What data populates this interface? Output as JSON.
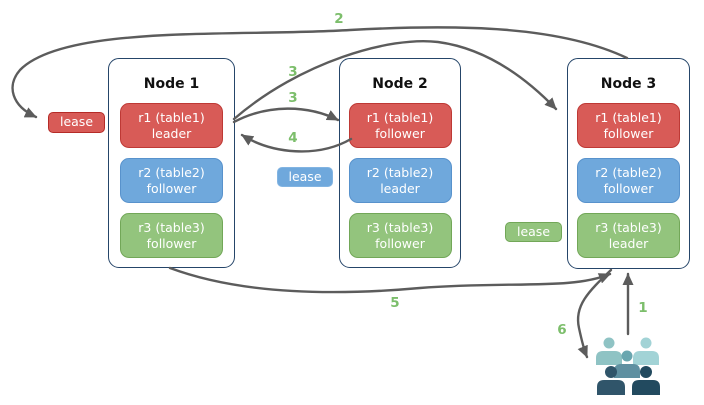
{
  "nodes": [
    {
      "title": "Node 1",
      "replicas": [
        {
          "name": "r1 (table1)",
          "role": "leader"
        },
        {
          "name": "r2 (table2)",
          "role": "follower"
        },
        {
          "name": "r3 (table3)",
          "role": "follower"
        }
      ]
    },
    {
      "title": "Node 2",
      "replicas": [
        {
          "name": "r1 (table1)",
          "role": "follower"
        },
        {
          "name": "r2 (table2)",
          "role": "leader"
        },
        {
          "name": "r3 (table3)",
          "role": "follower"
        }
      ]
    },
    {
      "title": "Node 3",
      "replicas": [
        {
          "name": "r1 (table1)",
          "role": "follower"
        },
        {
          "name": "r2 (table2)",
          "role": "follower"
        },
        {
          "name": "r3 (table3)",
          "role": "leader"
        }
      ]
    }
  ],
  "leases": [
    {
      "label": "lease",
      "color": "#D85B57"
    },
    {
      "label": "lease",
      "color": "#6FA8DC"
    },
    {
      "label": "lease",
      "color": "#93C47D"
    }
  ],
  "steps": {
    "step1": "1",
    "step2": "2",
    "step3a": "3",
    "step3b": "3",
    "step4": "4",
    "step5": "5",
    "step6": "6"
  },
  "colors": {
    "leader_red": "#D85B57",
    "follower_blue": "#6FA8DC",
    "replica_green": "#93C47D",
    "step_label_green": "#7CBE6B",
    "arrow_gray": "#5C5C5C",
    "node_border_navy": "#254569"
  }
}
